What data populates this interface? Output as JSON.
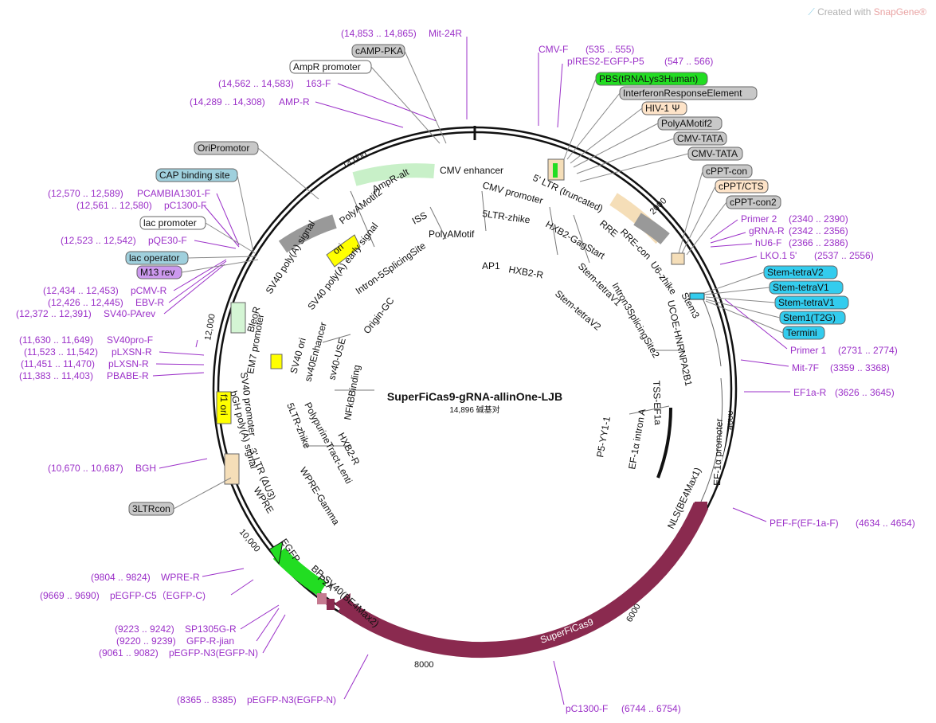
{
  "watermark": {
    "prefix": "Created with ",
    "brand": "SnapGene®"
  },
  "plasmid": {
    "name": "SuperFiCas9-gRNA-allinOne-LJB",
    "size": "14,896 碱基对"
  },
  "ticks": [
    "2000",
    "4000",
    "6000",
    "8000",
    "10,000",
    "12,000",
    "14,000"
  ],
  "primers_right": [
    {
      "name": "CMV-F",
      "range": "(535 .. 555)"
    },
    {
      "name": "pIRES2-EGFP-P5",
      "range": "(547 .. 566)"
    },
    {
      "name": "Primer 2",
      "range": "(2340 .. 2390)"
    },
    {
      "name": "gRNA-R",
      "range": "(2342 .. 2356)"
    },
    {
      "name": "hU6-F",
      "range": "(2366 .. 2386)"
    },
    {
      "name": "LKO.1 5'",
      "range": "(2537 .. 2556)"
    },
    {
      "name": "Primer 1",
      "range": "(2731 .. 2774)"
    },
    {
      "name": "Mit-7F",
      "range": "(3359 .. 3368)"
    },
    {
      "name": "EF1a-R",
      "range": "(3626 .. 3645)"
    },
    {
      "name": "PEF-F(EF-1a-F)",
      "range": "(4634 .. 4654)"
    },
    {
      "name": "pC1300-F",
      "range": "(6744 .. 6754)"
    }
  ],
  "primers_left": [
    {
      "name": "Mit-24R",
      "range": "(14,853 .. 14,865)"
    },
    {
      "name": "163-F",
      "range": "(14,562 .. 14,583)"
    },
    {
      "name": "AMP-R",
      "range": "(14,289 .. 14,308)"
    },
    {
      "name": "PCAMBIA1301-F",
      "range": "(12,570 .. 12,589)"
    },
    {
      "name": "pC1300-F",
      "range": "(12,561 .. 12,580)"
    },
    {
      "name": "pQE30-F",
      "range": "(12,523 .. 12,542)"
    },
    {
      "name": "pCMV-R",
      "range": "(12,434 .. 12,453)"
    },
    {
      "name": "EBV-R",
      "range": "(12,426 .. 12,445)"
    },
    {
      "name": "SV40-PArev",
      "range": "(12,372 .. 12,391)"
    },
    {
      "name": "SV40pro-F",
      "range": "(11,630 .. 11,649)"
    },
    {
      "name": "pLXSN-R",
      "range": "(11,523 .. 11,542)"
    },
    {
      "name": "pLXSN-R",
      "range": "(11,451 .. 11,470)"
    },
    {
      "name": "PBABE-R",
      "range": "(11,383 .. 11,403)"
    },
    {
      "name": "BGH",
      "range": "(10,670 .. 10,687)"
    },
    {
      "name": "WPRE-R",
      "range": "(9804 .. 9824)"
    },
    {
      "name": "pEGFP-C5（EGFP-C)",
      "range": "(9669 .. 9690)"
    },
    {
      "name": "SP1305G-R",
      "range": "(9223 .. 9242)"
    },
    {
      "name": "GFP-R-jian",
      "range": "(9220 .. 9239)"
    },
    {
      "name": "pEGFP-N3(EGFP-N)",
      "range": "(9061 .. 9082)"
    },
    {
      "name": "pEGFP-N3(EGFP-N)",
      "range": "(8365 .. 8385)"
    }
  ],
  "boxed_labels": [
    {
      "text": "PBS(tRNALys3Human)",
      "color": "#22dd22"
    },
    {
      "text": "InterferonResponseElement",
      "color": "#c8c8c8"
    },
    {
      "text": "HIV-1 Ψ",
      "color": "#fde3c8"
    },
    {
      "text": "PolyAMotif2",
      "color": "#c8c8c8"
    },
    {
      "text": "CMV-TATA",
      "color": "#c8c8c8"
    },
    {
      "text": "CMV-TATA",
      "color": "#c8c8c8"
    },
    {
      "text": "cPPT-con",
      "color": "#c8c8c8"
    },
    {
      "text": "cPPT/CTS",
      "color": "#fde3c8"
    },
    {
      "text": "cPPT-con2",
      "color": "#c8c8c8"
    },
    {
      "text": "Stem-tetraV2",
      "color": "#33ccee"
    },
    {
      "text": "Stem-tetraV1",
      "color": "#33ccee"
    },
    {
      "text": "Stem-tetraV1",
      "color": "#33ccee"
    },
    {
      "text": "Stem1(T2G)",
      "color": "#33ccee"
    },
    {
      "text": "Termini",
      "color": "#33ccee"
    },
    {
      "text": "cAMP-PKA",
      "color": "#c8c8c8"
    },
    {
      "text": "AmpR promoter",
      "color": "#ffffff"
    },
    {
      "text": "OriPromotor",
      "color": "#c8c8c8"
    },
    {
      "text": "CAP binding site",
      "color": "#9fd0dd"
    },
    {
      "text": "lac promoter",
      "color": "#ffffff"
    },
    {
      "text": "lac operator",
      "color": "#9fd0dd"
    },
    {
      "text": "M13 rev",
      "color": "#cc99ee"
    },
    {
      "text": "3LTRcon",
      "color": "#c8c8c8"
    }
  ],
  "features": [
    {
      "text": "CMV enhancer"
    },
    {
      "text": "CMV promoter"
    },
    {
      "text": "5' LTR (truncated)"
    },
    {
      "text": "RRE"
    },
    {
      "text": "RRE-con"
    },
    {
      "text": "U6-zhike"
    },
    {
      "text": "Stem3"
    },
    {
      "text": "UCOE-HNRNPA2B1"
    },
    {
      "text": "TSS-EF1a"
    },
    {
      "text": "EF-1α promoter"
    },
    {
      "text": "EF-1α intron A"
    },
    {
      "text": "P5-YY1-1"
    },
    {
      "text": "NLS(BE4Max1)"
    },
    {
      "text": "SuperFiCas9"
    },
    {
      "text": "BP-SV40(BE4Max2)"
    },
    {
      "text": "P2A"
    },
    {
      "text": "EGFP"
    },
    {
      "text": "WPRE"
    },
    {
      "text": "3' LTR (ΔU3)"
    },
    {
      "text": "bGH poly(A) signal"
    },
    {
      "text": "SV40 promoter"
    },
    {
      "text": "f1 ori"
    },
    {
      "text": "EM7 promoter"
    },
    {
      "text": "BleoR"
    },
    {
      "text": "SV40 poly(A) signal"
    },
    {
      "text": "SV40 ori"
    },
    {
      "text": "sv40Enhancer"
    },
    {
      "text": "SV40 poly(A) early signal"
    },
    {
      "text": "ori"
    },
    {
      "text": "AmpR-alt"
    },
    {
      "text": "PolyAMotif2"
    },
    {
      "text": "ISS"
    },
    {
      "text": "PolyAMotif"
    },
    {
      "text": "5LTR-zhike"
    },
    {
      "text": "HXB2-GagStart"
    },
    {
      "text": "Stem-tetraV1"
    },
    {
      "text": "Intron3SplicingSite2"
    },
    {
      "text": "Intron-5SplicingSite"
    },
    {
      "text": "Origin-GC"
    },
    {
      "text": "AP1"
    },
    {
      "text": "HXB2-R"
    },
    {
      "text": "Stem-tetraV2"
    },
    {
      "text": "sv40-USE"
    },
    {
      "text": "NFkBBinding"
    },
    {
      "text": "PolypurineTract-Lenti"
    },
    {
      "text": "5LTR-zhike"
    },
    {
      "text": "HXB2-R"
    },
    {
      "text": "WPRE-Gamma"
    }
  ]
}
